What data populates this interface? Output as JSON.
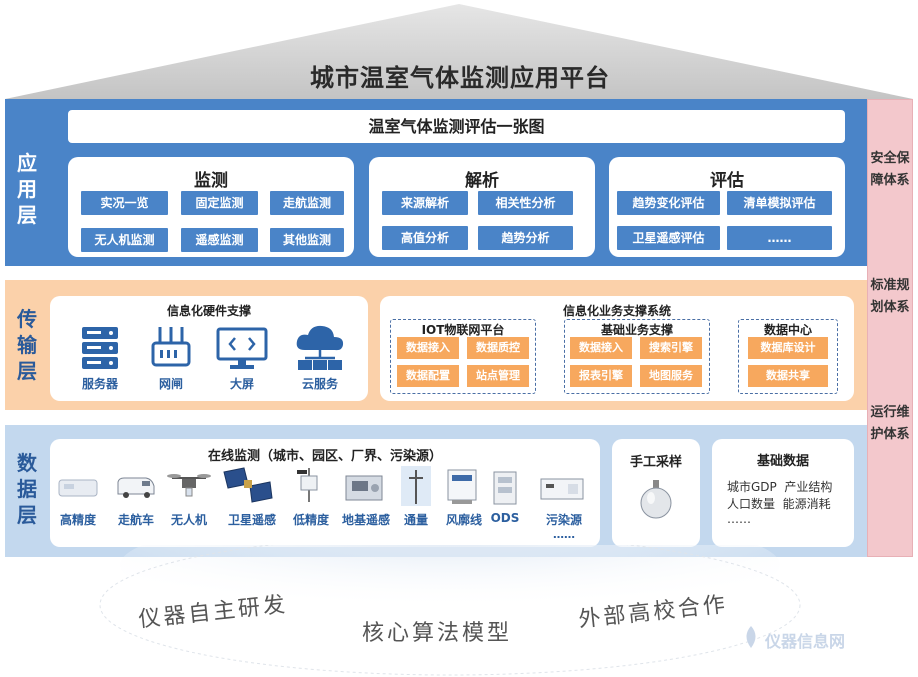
{
  "platform_title": "城市温室气体监测应用平台",
  "layers": {
    "app": "应用层",
    "transport": "传输层",
    "data": "数据层"
  },
  "right_systems": [
    "安全保障体系",
    "标准规划体系",
    "运行维护体系"
  ],
  "app": {
    "banner": "温室气体监测评估一张图",
    "groups": [
      {
        "title": "监测",
        "items": [
          "实况一览",
          "固定监测",
          "走航监测",
          "无人机监测",
          "遥感监测",
          "其他监测"
        ]
      },
      {
        "title": "解析",
        "items": [
          "来源解析",
          "相关性分析",
          "高值分析",
          "趋势分析"
        ]
      },
      {
        "title": "评估",
        "items": [
          "趋势变化评估",
          "清单模拟评估",
          "卫星遥感评估",
          "……"
        ]
      }
    ]
  },
  "transport": {
    "hardware_title": "信息化硬件支撑",
    "hardware": [
      {
        "label": "服务器",
        "icon": "server-icon"
      },
      {
        "label": "网闸",
        "icon": "gateway-icon"
      },
      {
        "label": "大屏",
        "icon": "screen-icon"
      },
      {
        "label": "云服务",
        "icon": "cloud-icon"
      }
    ],
    "business_title": "信息化业务支撑系统",
    "subsystems": [
      {
        "title": "IOT物联网平台",
        "items": [
          "数据接入",
          "数据质控",
          "数据配置",
          "站点管理"
        ]
      },
      {
        "title": "基础业务支撑",
        "items": [
          "数据接入",
          "搜索引擎",
          "报表引擎",
          "地图服务"
        ]
      },
      {
        "title": "数据中心",
        "items": [
          "数据库设计",
          "数据共享"
        ]
      }
    ]
  },
  "data": {
    "online_title": "在线监测（城市、园区、厂界、污染源）",
    "devices": [
      "高精度",
      "走航车",
      "无人机",
      "卫星遥感",
      "低精度",
      "地基遥感",
      "通量",
      "风廓线",
      "ODS",
      "污染源"
    ],
    "devices_more": "……",
    "manual_title": "手工采样",
    "basic_title": "基础数据",
    "basic_lines": [
      "城市GDP  产业结构",
      "人口数量  能源消耗",
      "……"
    ]
  },
  "bottom": [
    "仪器自主研发",
    "核心算法模型",
    "外部高校合作"
  ],
  "watermark": "仪器信息网",
  "colors": {
    "blue": "#4a84c8",
    "orange": "#fbd1aa",
    "light_blue": "#c3d8ee",
    "pink": "#f3c8cc"
  }
}
